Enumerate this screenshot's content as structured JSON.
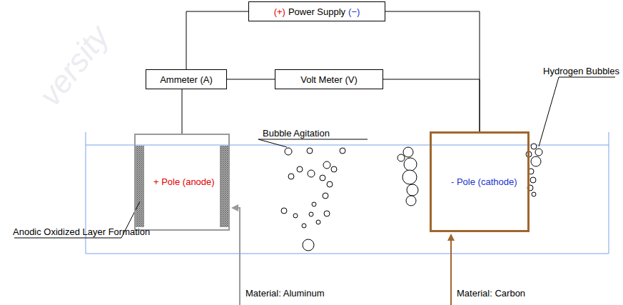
{
  "diagram": {
    "nodes": [
      {
        "text": [
          "(+)",
          "Power Supply",
          "(−)"
        ]
      },
      {
        "text": [
          "Ammeter (A)"
        ]
      },
      {
        "text": [
          "Volt Meter (V)"
        ]
      },
      {
        "text": [
          "+ Pole (anode)"
        ]
      },
      {
        "text": [
          "- Pole (cathode)"
        ]
      }
    ],
    "edges": [
      {
        "from": 0,
        "to": 1,
        "arrow": "none"
      },
      {
        "from": 1,
        "to": 3,
        "arrow": "none"
      },
      {
        "from": 1,
        "to": 2,
        "arrow": "none"
      },
      {
        "from": 0,
        "to": 4,
        "arrow": "none"
      },
      {
        "from": 2,
        "to": 4,
        "arrow": "none"
      }
    ],
    "labels": [
      "versity",
      "Bubble Agitation",
      "Hydrogen Bubbles",
      "Anodic Oxidized Layer Formation",
      "Material: Aluminum",
      "Material: Carbon"
    ]
  }
}
